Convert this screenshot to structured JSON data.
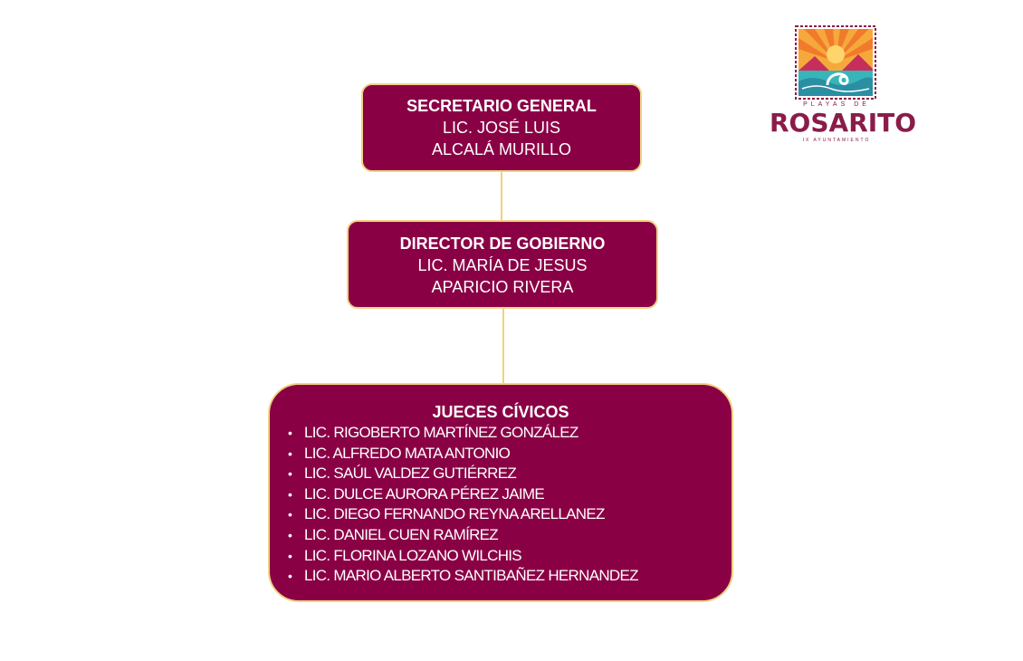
{
  "colors": {
    "box_fill": "#8a0045",
    "box_border": "#f0d382",
    "connector": "#f3d17a",
    "logo_text": "#8a1c4a"
  },
  "logo": {
    "top_text": "PLAYAS DE",
    "main_text": "ROSARITO",
    "sub_text": "IX AYUNTAMIENTO"
  },
  "secretario": {
    "title": "SECRETARIO GENERAL",
    "name_line1": "LIC. JOSÉ LUIS",
    "name_line2": "ALCALÁ MURILLO"
  },
  "director": {
    "title": "DIRECTOR DE GOBIERNO",
    "name_line1": "LIC. MARÍA DE JESUS",
    "name_line2": "APARICIO RIVERA"
  },
  "jueces": {
    "title": "JUECES CÍVICOS",
    "bullet": "•",
    "members": [
      "LIC. RIGOBERTO MARTÍNEZ GONZÁLEZ",
      "LIC. ALFREDO MATA ANTONIO",
      "LIC. SAÚL VALDEZ GUTIÉRREZ",
      "LIC. DULCE AURORA PÉREZ JAIME",
      "LIC. DIEGO FERNANDO REYNA ARELLANEZ",
      "LIC. DANIEL CUEN RAMÍREZ",
      "LIC. FLORINA LOZANO WILCHIS",
      "LIC. MARIO ALBERTO SANTIBAÑEZ HERNANDEZ"
    ]
  }
}
